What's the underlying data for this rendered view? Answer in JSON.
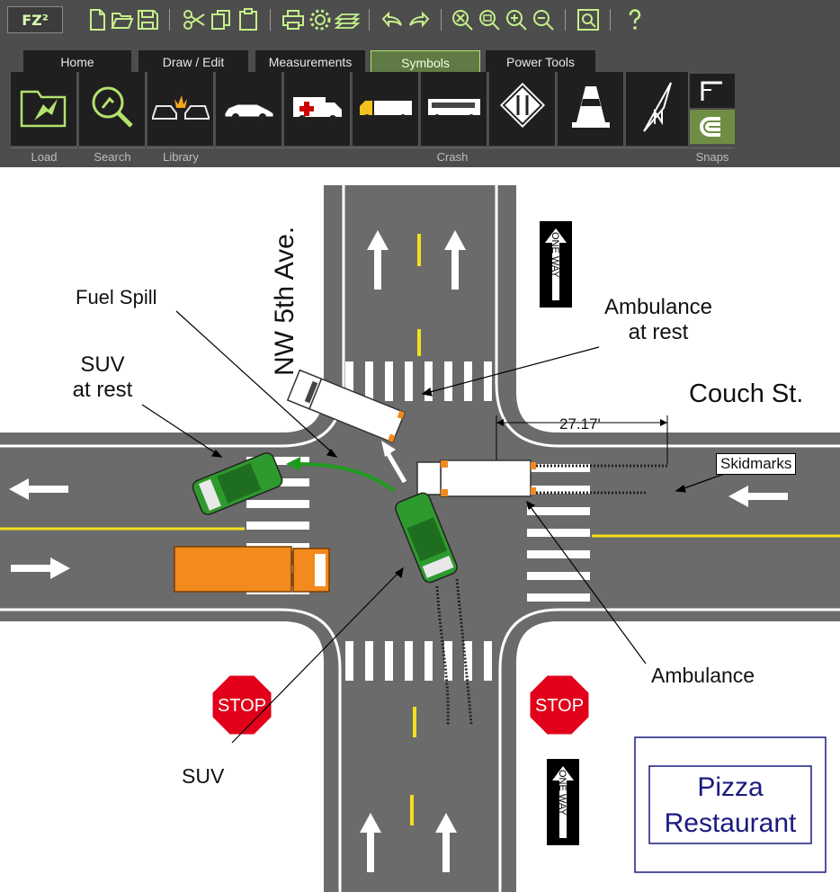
{
  "app": {
    "logo": "FZ²"
  },
  "quick_toolbar": [
    {
      "name": "new-file-icon"
    },
    {
      "name": "open-folder-icon"
    },
    {
      "name": "save-icon"
    },
    {
      "name": "cut-icon"
    },
    {
      "name": "copy-icon"
    },
    {
      "name": "paste-icon"
    },
    {
      "name": "print-icon"
    },
    {
      "name": "settings-icon"
    },
    {
      "name": "layers-icon"
    },
    {
      "name": "undo-icon"
    },
    {
      "name": "redo-icon"
    },
    {
      "name": "zoom-fit-icon"
    },
    {
      "name": "zoom-window-icon"
    },
    {
      "name": "zoom-in-icon"
    },
    {
      "name": "zoom-out-icon"
    },
    {
      "name": "zoom-selection-icon"
    },
    {
      "name": "help-icon"
    }
  ],
  "tabs": [
    {
      "label": "Home",
      "active": false
    },
    {
      "label": "Draw / Edit",
      "active": false
    },
    {
      "label": "Measurements",
      "active": false
    },
    {
      "label": "Symbols",
      "active": true
    },
    {
      "label": "Power Tools",
      "active": false
    }
  ],
  "ribbon": {
    "groups": [
      "Load",
      "Search",
      "Library",
      "Crash",
      "Snaps"
    ],
    "tools": [
      "load-folder-icon",
      "search-symbols-icon",
      "crash-library-icon",
      "sedan-icon",
      "ambulance-icon",
      "flatbed-truck-icon",
      "bus-icon",
      "road-sign-icon",
      "traffic-cone-icon",
      "north-arrow-icon"
    ],
    "snaps": [
      "snap-corner-icon",
      "snap-magnet-icon"
    ]
  },
  "theme": {
    "accent": "#b4e26e",
    "toolbar_bg": "#4d4d4d",
    "tool_bg": "#1f1f1f",
    "road": "#6b6b6b",
    "suv": "#2e9a2e",
    "box_truck": "#f28a1e",
    "stop": "#e2001a"
  },
  "diagram": {
    "street_vertical": "NW 5th Ave.",
    "street_horizontal": "Couch St.",
    "measurement": "27.17'",
    "callouts": {
      "fuel_spill": "Fuel Spill",
      "ambulance_rest": [
        "Ambulance",
        "at rest"
      ],
      "suv_rest": [
        "SUV",
        "at rest"
      ],
      "skidmarks": "Skidmarks",
      "ambulance": "Ambulance",
      "suv": "SUV"
    },
    "stop_sign": "STOP",
    "one_way": "ONE WAY",
    "business": [
      "Pizza",
      "Restaurant"
    ]
  }
}
